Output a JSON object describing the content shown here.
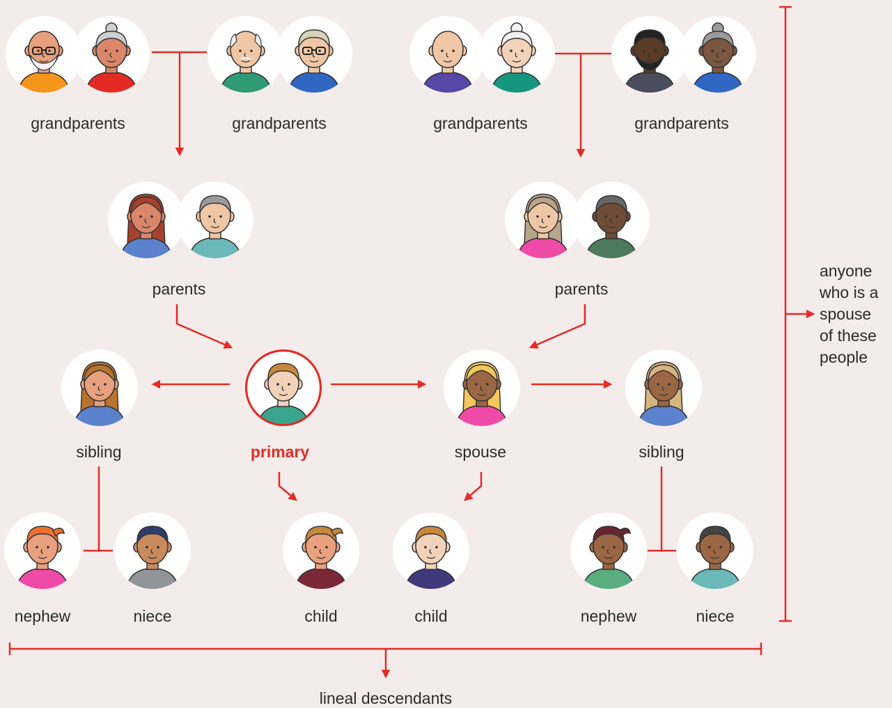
{
  "accent_color": "#e32b26",
  "labels": {
    "grandparents_1": "grandparents",
    "grandparents_2": "grandparents",
    "grandparents_3": "grandparents",
    "grandparents_4": "grandparents",
    "parents_left": "parents",
    "parents_right": "parents",
    "sibling_left": "sibling",
    "primary": "primary",
    "spouse": "spouse",
    "sibling_right": "sibling",
    "nephew_left": "nephew",
    "niece_left": "niece",
    "child_1": "child",
    "child_2": "child",
    "nephew_right": "nephew",
    "niece_right": "niece"
  },
  "side_note": "anyone\nwho is a\nspouse\nof these\npeople",
  "bottom_note": "lineal descendants"
}
